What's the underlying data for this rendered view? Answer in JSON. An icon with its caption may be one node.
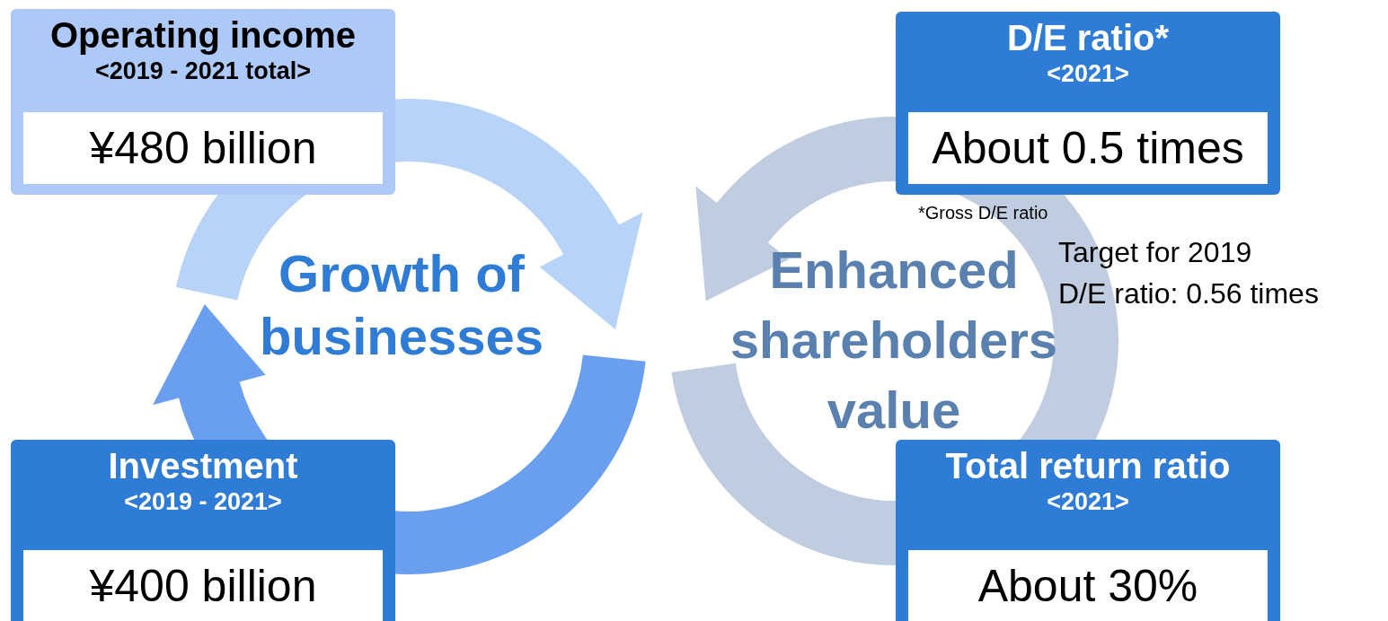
{
  "diagram": {
    "nodes": [
      {
        "text": [
          "Operating income",
          "<2019 - 2021 total>",
          "¥480 billion"
        ]
      },
      {
        "text": [
          "Investment",
          "<2019 - 2021>",
          "¥400 billion"
        ]
      },
      {
        "text": [
          "D/E ratio*",
          "<2021>",
          "About 0.5 times"
        ],
        "beside": [
          "*Gross D/E ratio"
        ]
      },
      {
        "text": [
          "Total return ratio",
          "<2021>",
          "About 30%"
        ]
      }
    ],
    "labels": [
      "Growth of businesses",
      "Enhanced shareholders value",
      "Target for 2019",
      "D/E ratio: 0.56 times"
    ]
  }
}
